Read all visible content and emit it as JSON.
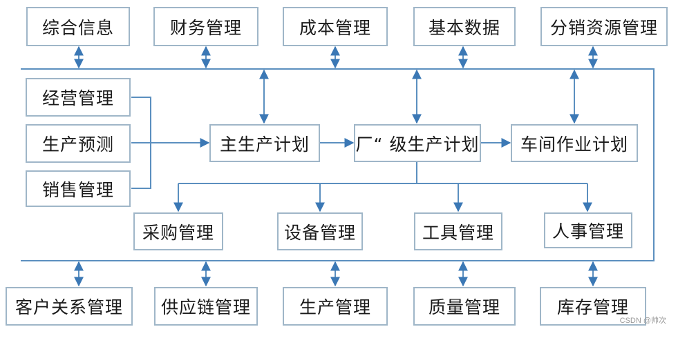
{
  "top_modules": [
    "综合信息",
    "财务管理",
    "成本管理",
    "基本数据",
    "分销资源管理"
  ],
  "input_modules": [
    "经营管理",
    "生产预测",
    "销售管理"
  ],
  "plans": {
    "master": "主生产计划",
    "second_level": "厂“ 级生产计划",
    "workshop": "车间作业计划"
  },
  "middle_modules": [
    "采购管理",
    "设备管理",
    "工具管理",
    "人事管理"
  ],
  "bottom_modules": [
    "客户关系管理",
    "供应链管理",
    "生产管理",
    "质量管理",
    "库存管理"
  ],
  "watermark": "CSDN @帅次",
  "colors": {
    "box_border": "#9fb6c8",
    "line": "#5b8fbf",
    "arrow": "#3b78b5"
  }
}
